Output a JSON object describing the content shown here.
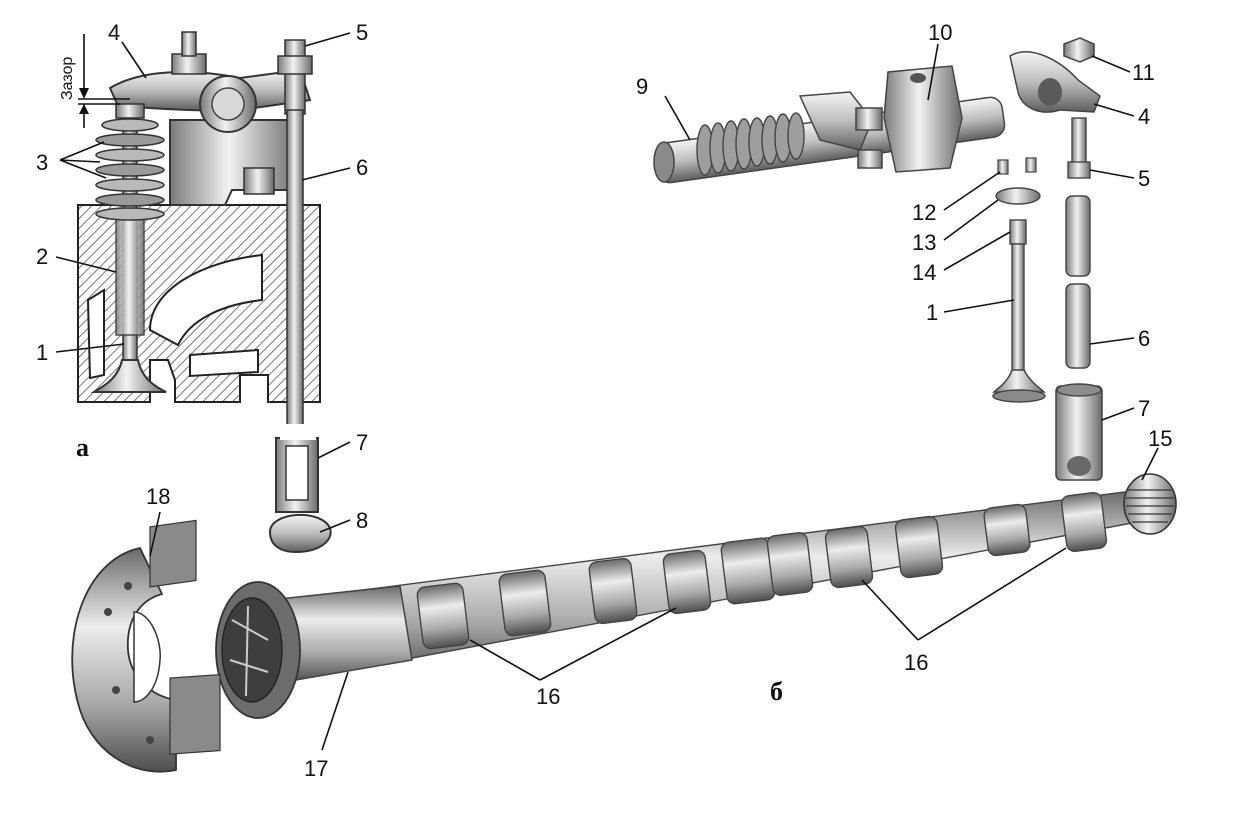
{
  "view_a": {
    "caption": "а",
    "gap_label": "Зазор"
  },
  "view_b": {
    "caption": "б"
  },
  "callouts": {
    "n1": "1",
    "n2": "2",
    "n3": "3",
    "n4": "4",
    "n5": "5",
    "n6": "6",
    "n7": "7",
    "n8": "8",
    "n9": "9",
    "n10": "10",
    "n11": "11",
    "n12": "12",
    "n13": "13",
    "n14": "14",
    "n15": "15",
    "n16": "16",
    "n17": "17",
    "n18": "18"
  },
  "colors": {
    "metal_light": "#e6e6e6",
    "metal_mid": "#b5b5b5",
    "metal_dark": "#6e6e6e",
    "hatch": "#555555",
    "ink": "#111111"
  }
}
